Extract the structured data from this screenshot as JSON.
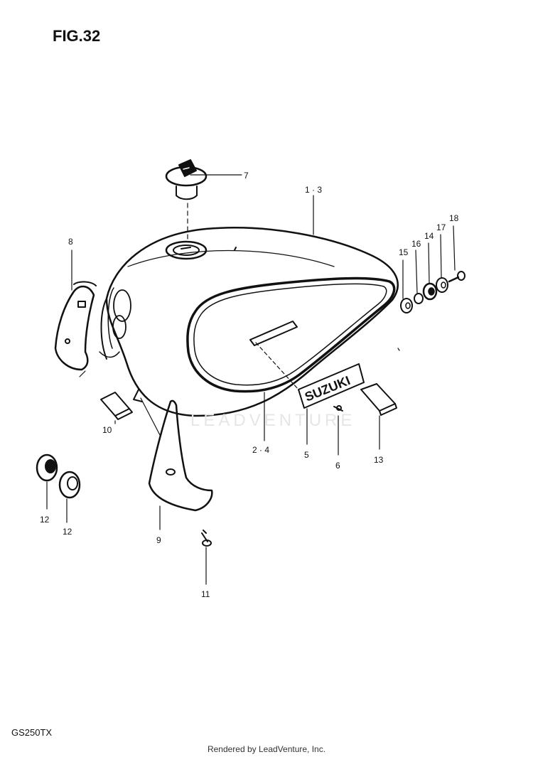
{
  "figure": {
    "title": "FIG.32",
    "model_code": "GS250TX",
    "footer": "Rendered by LeadVenture, Inc.",
    "watermark": "LEADVENTURE",
    "emblem_text": "SUZUKI"
  },
  "callouts": {
    "n1_3": "1 · 3",
    "n2_4": "2 · 4",
    "n5": "5",
    "n6": "6",
    "n7": "7",
    "n8": "8",
    "n9": "9",
    "n10": "10",
    "n11": "11",
    "n12a": "12",
    "n12b": "12",
    "n13": "13",
    "n14": "14",
    "n15": "15",
    "n16": "16",
    "n17": "17",
    "n18": "18"
  }
}
